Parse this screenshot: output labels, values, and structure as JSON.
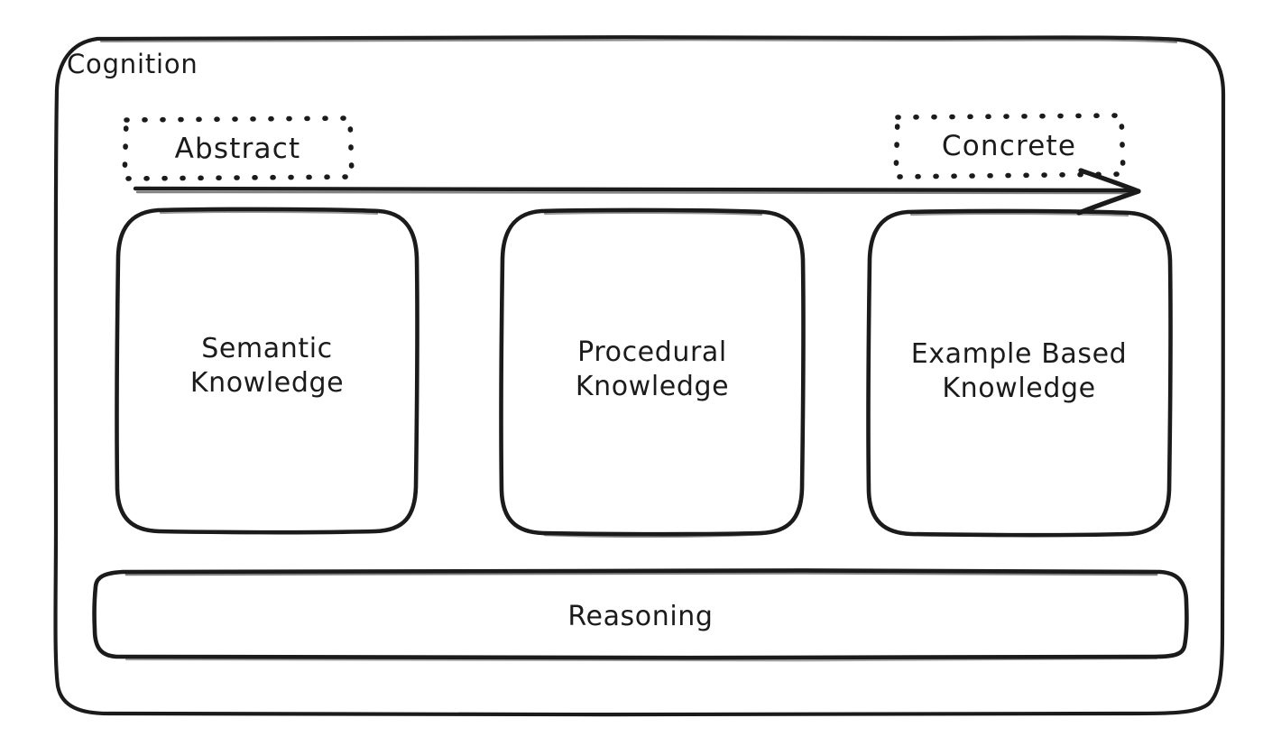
{
  "diagram": {
    "container": {
      "title": "Cognition"
    },
    "axis": {
      "left_label": "Abstract",
      "right_label": "Concrete",
      "arrow_direction": "left-to-right",
      "arrow_name": "abstract-to-concrete-arrow"
    },
    "knowledge_boxes": [
      {
        "label": "Semantic\nKnowledge",
        "name": "semantic-knowledge-box"
      },
      {
        "label": "Procedural\nKnowledge",
        "name": "procedural-knowledge-box"
      },
      {
        "label": "Example Based\nKnowledge",
        "name": "example-based-knowledge-box"
      }
    ],
    "footer_box": {
      "label": "Reasoning"
    },
    "colors": {
      "stroke": "#1b1b1b",
      "background": "#ffffff",
      "text": "#1b1b1b"
    }
  }
}
